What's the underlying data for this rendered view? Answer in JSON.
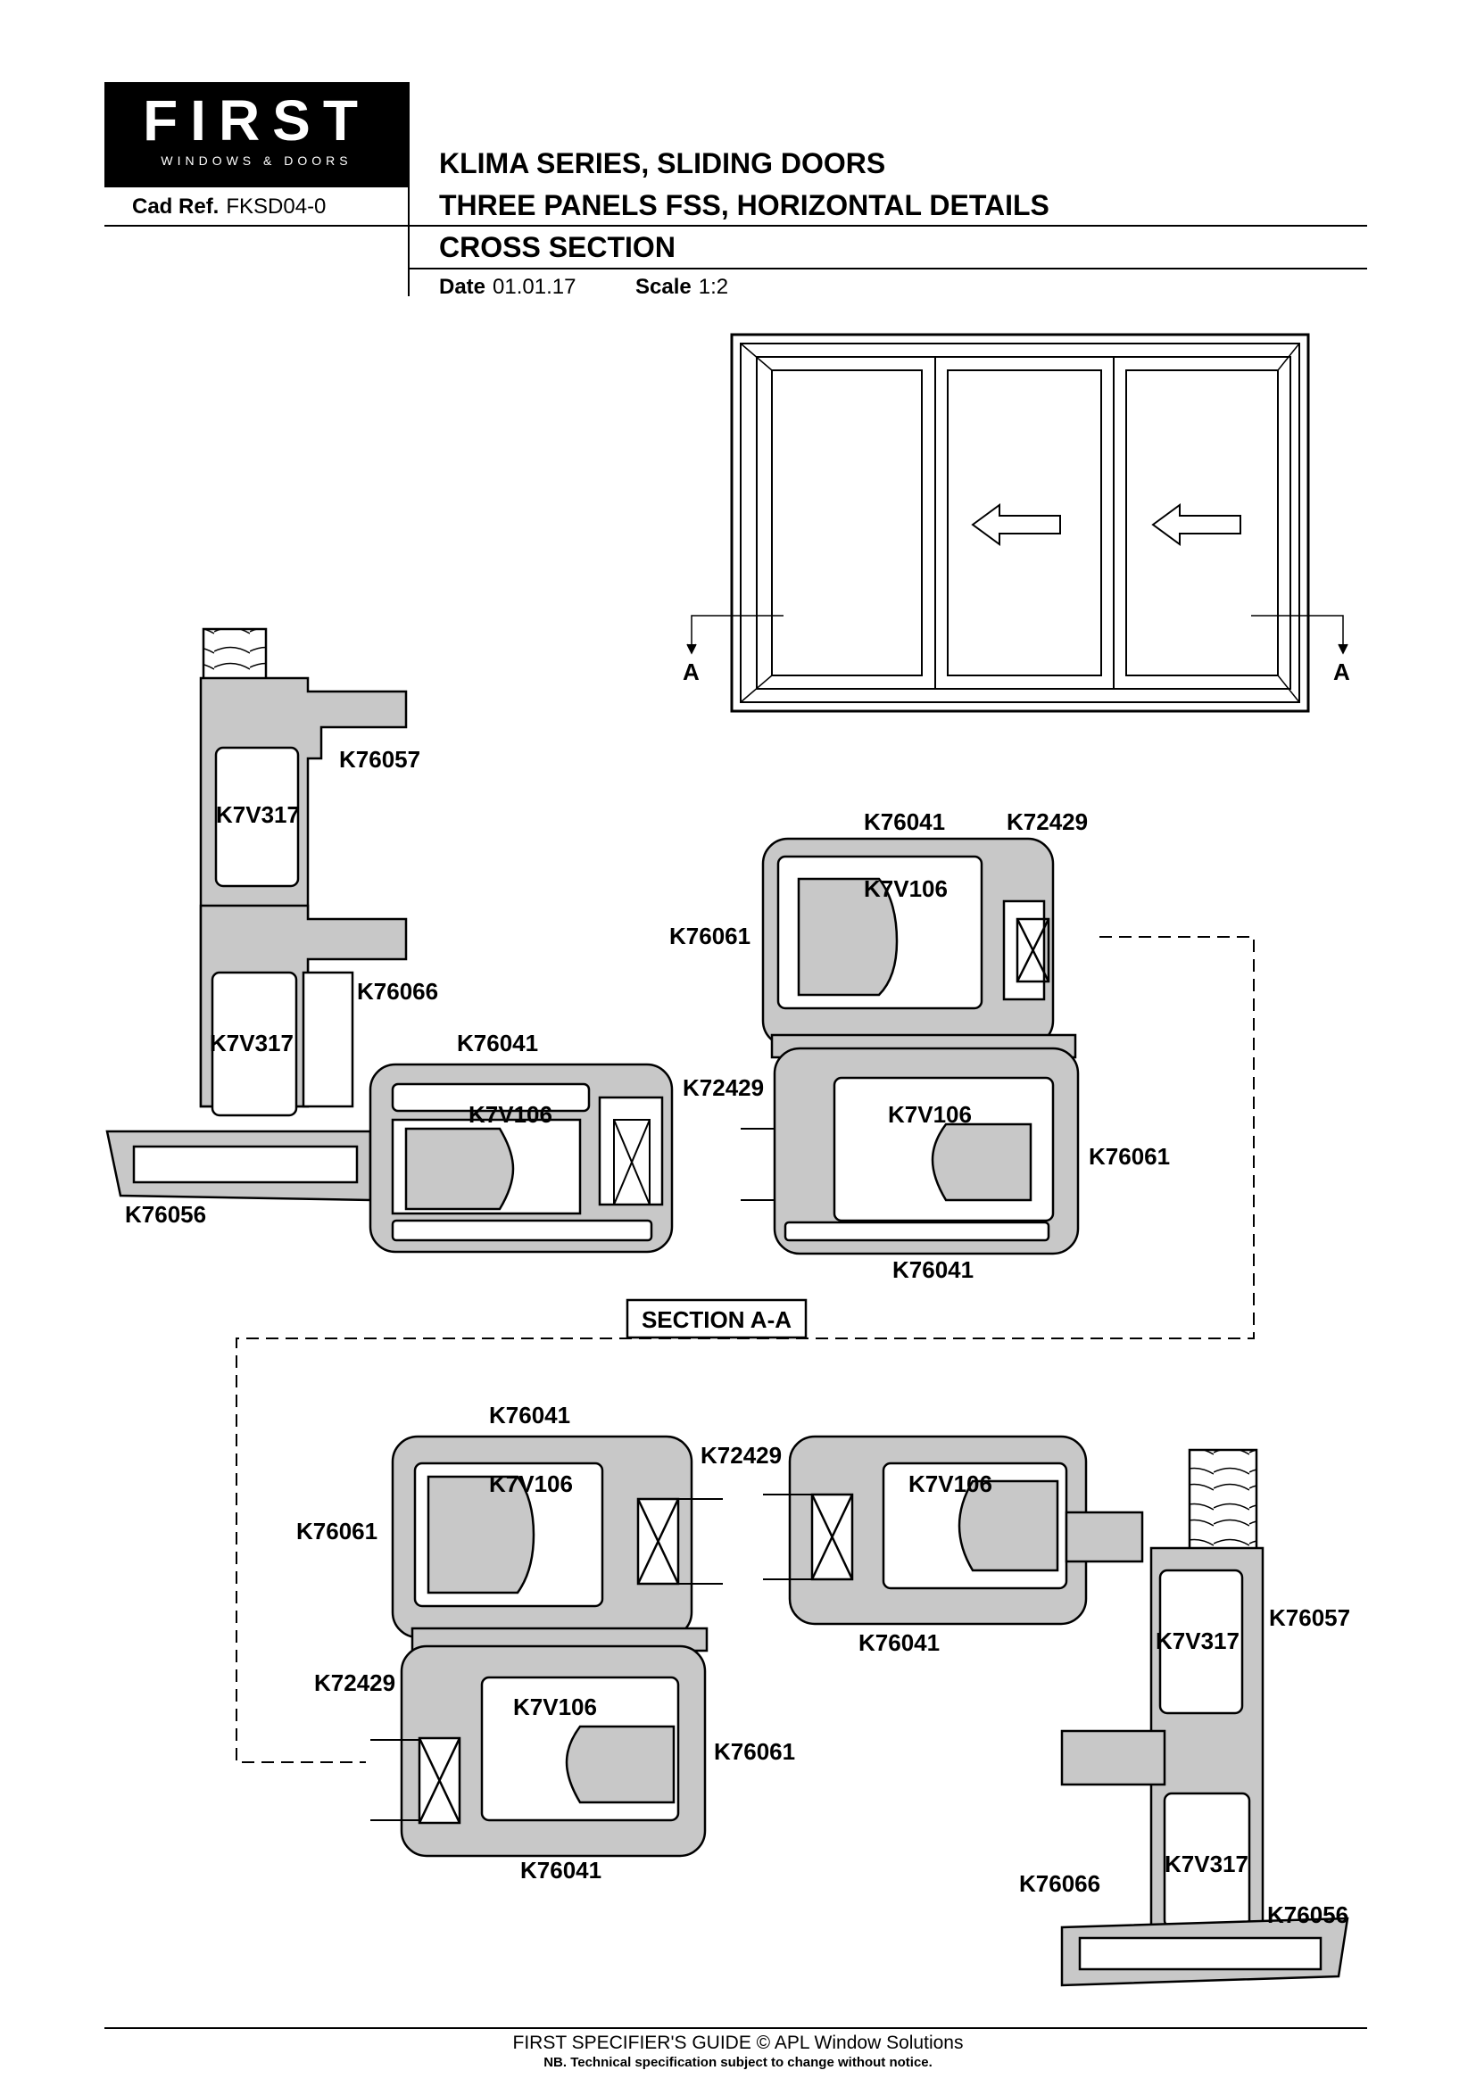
{
  "brand": {
    "name": "FIRST",
    "tagline": "WINDOWS & DOORS"
  },
  "header": {
    "cad_ref_label": "Cad Ref.",
    "cad_ref_value": "FKSD04-0",
    "title_line1": "KLIMA SERIES, SLIDING DOORS",
    "title_line2": "THREE PANELS FSS, HORIZONTAL DETAILS",
    "title_line3": "CROSS SECTION",
    "date_label": "Date",
    "date_value": "01.01.17",
    "scale_label": "Scale",
    "scale_value": "1:2"
  },
  "elevation": {
    "section_mark_left": "A",
    "section_mark_right": "A"
  },
  "section_title": "SECTION A-A",
  "labels": {
    "k76057_a": "K76057",
    "k7v317_a": "K7V317",
    "k76066_a": "K76066",
    "k7v317_b": "K7V317",
    "k76056_a": "K76056",
    "k76041_a": "K76041",
    "k7v106_a": "K7V106",
    "k72429_a": "K72429",
    "k76041_b": "K76041",
    "k72429_b": "K72429",
    "k7v106_b": "K7V106",
    "k76061_a": "K76061",
    "k7v106_c": "K7V106",
    "k76061_b": "K76061",
    "k76041_c": "K76041",
    "k76041_d": "K76041",
    "k72429_c": "K72429",
    "k7v106_d": "K7V106",
    "k76061_c": "K76061",
    "k7v106_e": "K7V106",
    "k76041_e": "K76041",
    "k72429_d": "K72429",
    "k7v106_f": "K7V106",
    "k76061_d": "K76061",
    "k76041_f": "K76041",
    "k76057_b": "K76057",
    "k7v317_c": "K7V317",
    "k76066_b": "K76066",
    "k7v317_d": "K7V317",
    "k76056_b": "K76056"
  },
  "footer": {
    "line1": "FIRST SPECIFIER'S GUIDE  © APL Window Solutions",
    "line2": "NB. Technical specification subject to change without notice."
  },
  "colors": {
    "profile_fill": "#c8c8c8",
    "line": "#000000"
  }
}
